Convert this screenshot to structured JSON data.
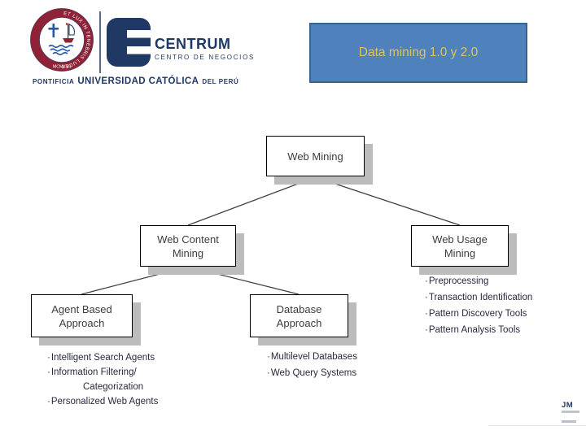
{
  "colors": {
    "title_bg": "#4f81bd",
    "title_border": "#3a6190",
    "title_text": "#d9c65a",
    "brand_navy": "#1f3864",
    "seal_red": "#8f2237",
    "seal_blue": "#2758a6",
    "box_border": "#000000",
    "box_shadow": "#bcbcbc",
    "line": "#3f3f3f",
    "text_dark": "#3d3d3d",
    "list_text": "#29293f"
  },
  "header": {
    "seal": {
      "motto": "ET LUX IN TENEBRIS LUCET",
      "year": "MCMXVII"
    },
    "brand": {
      "name": "CENTRUM",
      "subtitle": "CENTRO DE NEGOCIOS"
    },
    "university": {
      "prefix": "PONTIFICIA",
      "name": "UNIVERSIDAD CATÓLICA",
      "suffix": "DEL PERÚ"
    }
  },
  "title_box": {
    "text": "Data mining 1.0 y 2.0"
  },
  "tree": {
    "root": "Web Mining",
    "web_content": "Web Content Mining",
    "web_usage": "Web Usage Mining",
    "agent_based": "Agent Based Approach",
    "database": "Database Approach"
  },
  "lists": {
    "bullet": "·",
    "agent_based": {
      "item1": "Intelligent Search Agents",
      "item2_line1": "Information Filtering/",
      "item2_line2": "Categorization",
      "item3": "Personalized Web Agents"
    },
    "database": {
      "item1": "Multilevel Databases",
      "item2": "Web Query Systems"
    },
    "web_usage": {
      "item1": "Preprocessing",
      "item2": "Transaction Identification",
      "item3": "Pattern Discovery Tools",
      "item4": "Pattern Analysis Tools"
    }
  },
  "footer": {
    "initials": "JM"
  }
}
